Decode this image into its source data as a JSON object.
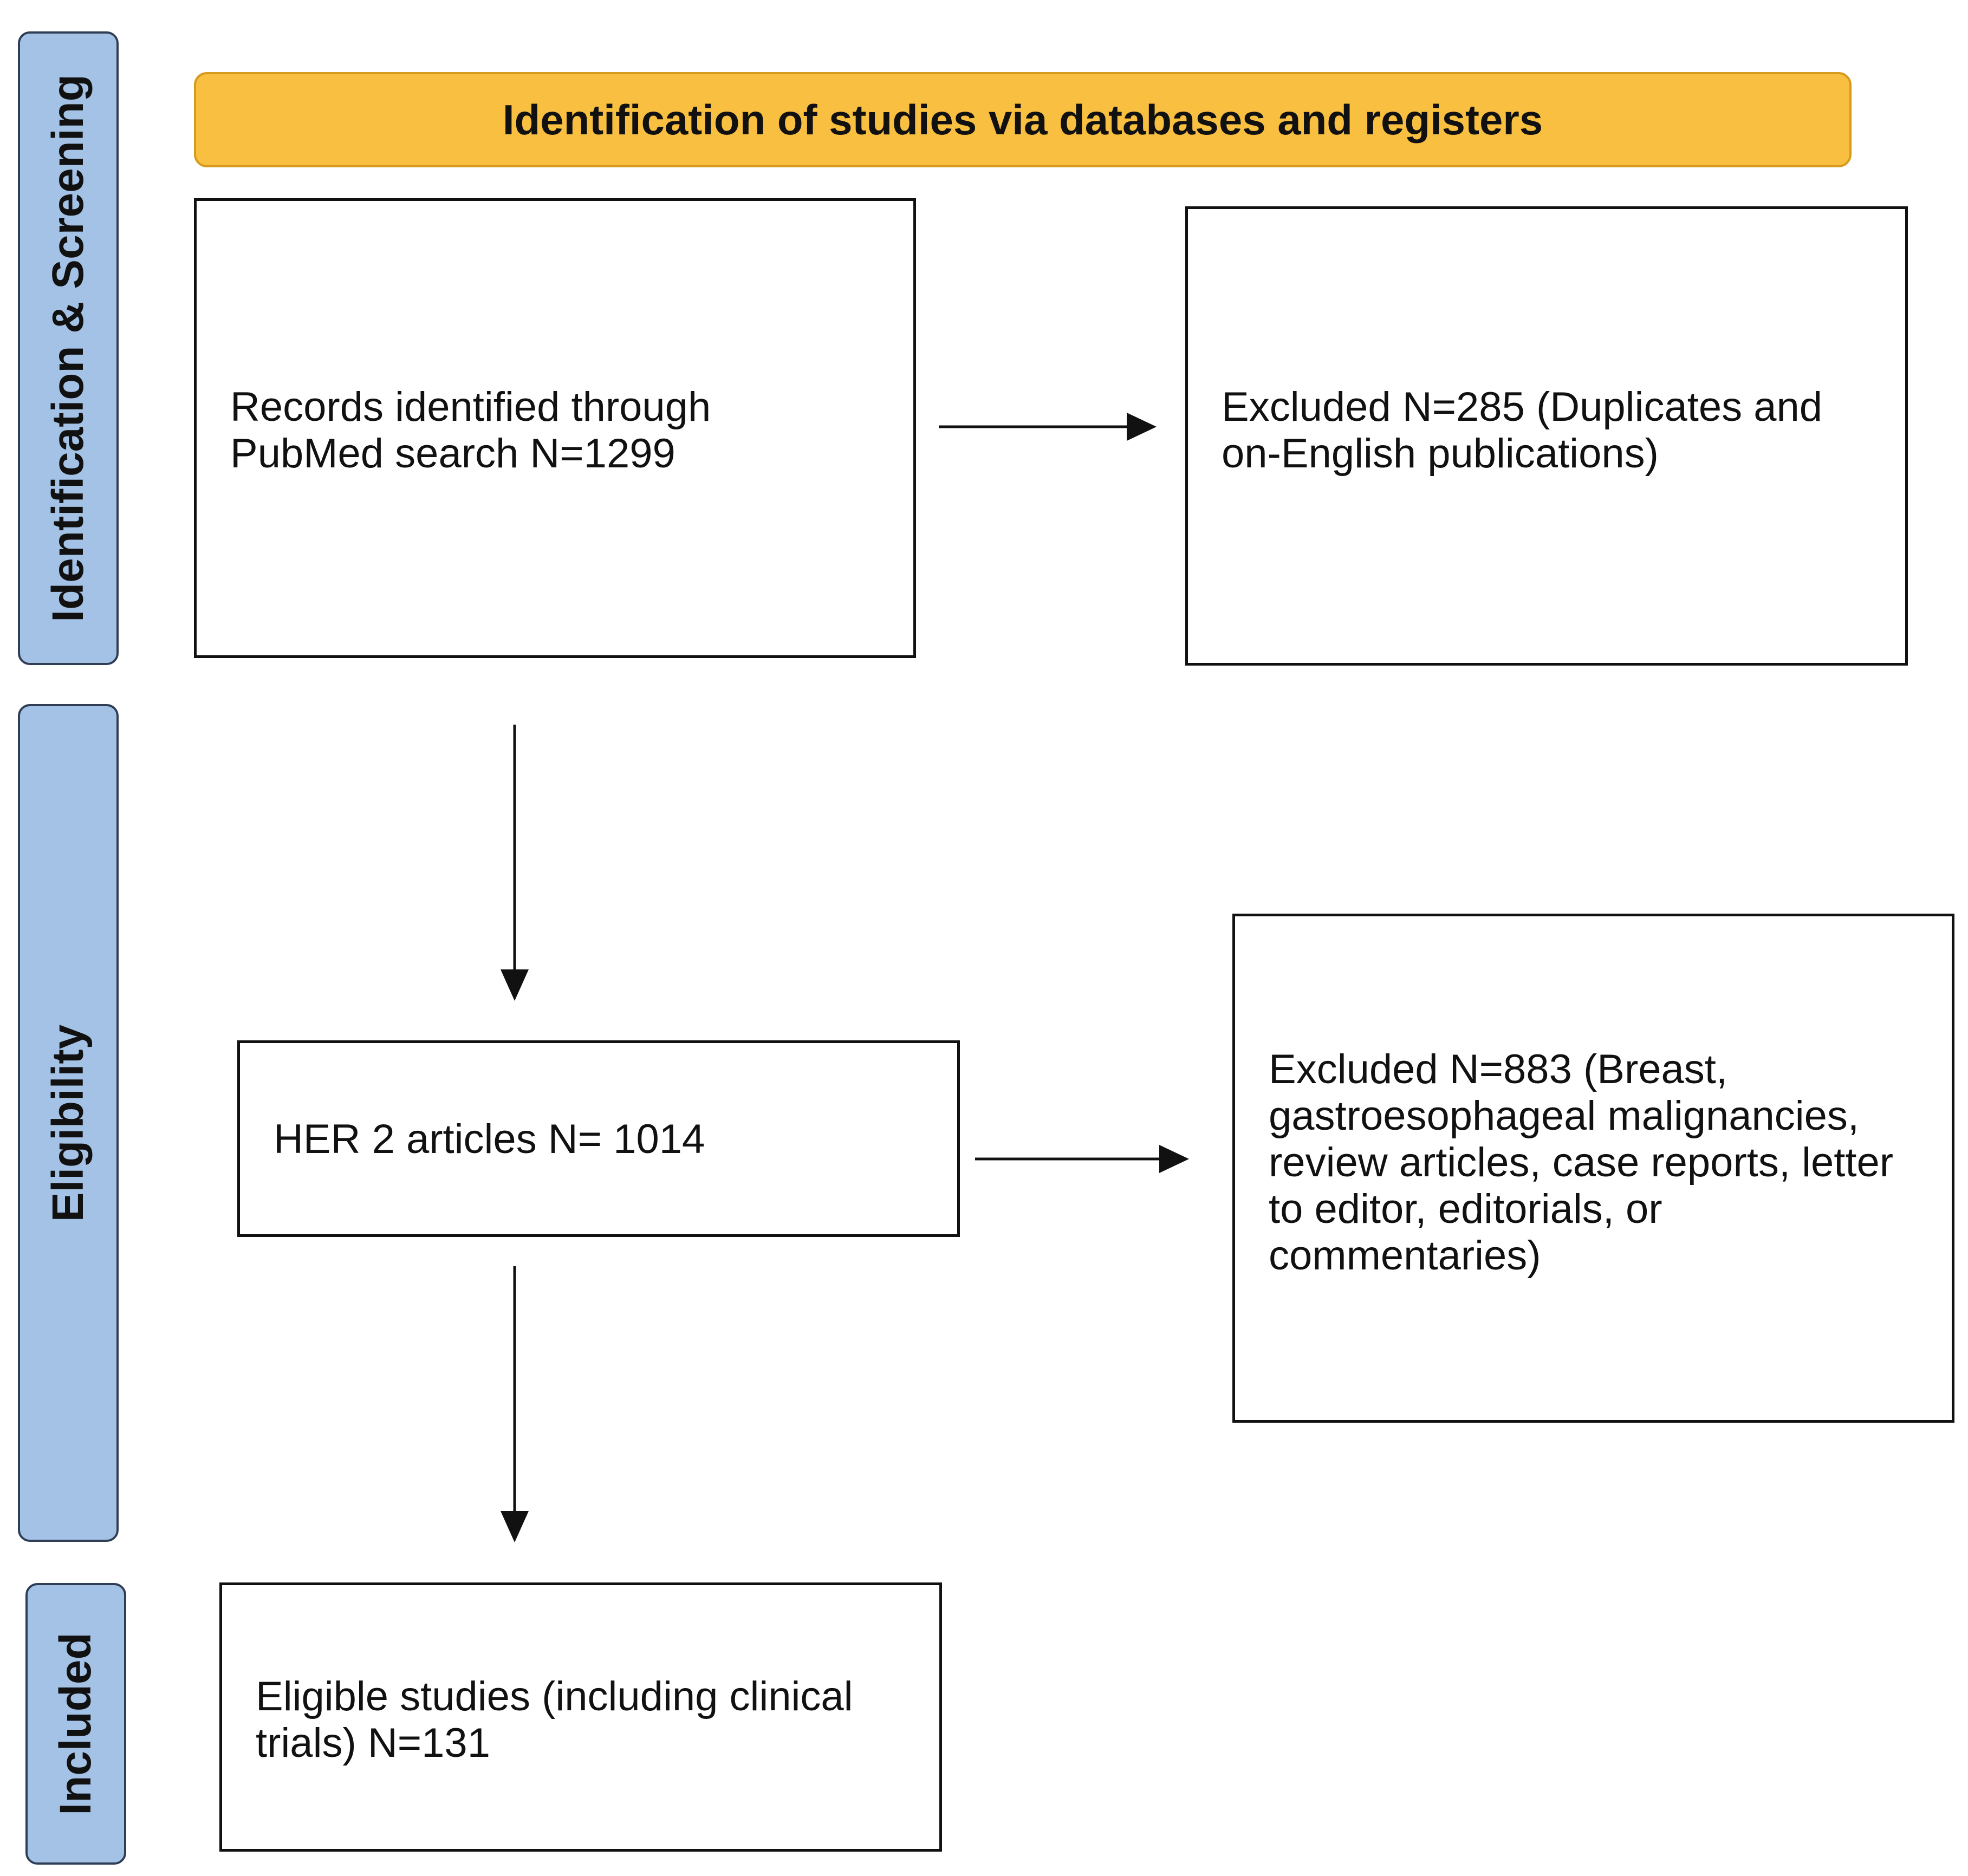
{
  "side_labels": {
    "identification": "Identification & Screening",
    "eligibility": "Eligibility",
    "included": "Included"
  },
  "banner": {
    "title": "Identification of studies via databases and registers"
  },
  "boxes": {
    "records": "Records identified through PubMed search N=1299",
    "excluded1": "Excluded N=285 (Duplicates and on-English publications)",
    "her2": "HER 2 articles N= 1014",
    "excluded2": "Excluded N=883 (Breast, gastroesophageal malignancies, review articles, case reports, letter to editor, editorials, or commentaries)",
    "eligible": "Eligible studies (including clinical trials) N=131"
  },
  "colors": {
    "side_fill": "#a4c2e6",
    "banner_fill": "#f8bf40"
  }
}
